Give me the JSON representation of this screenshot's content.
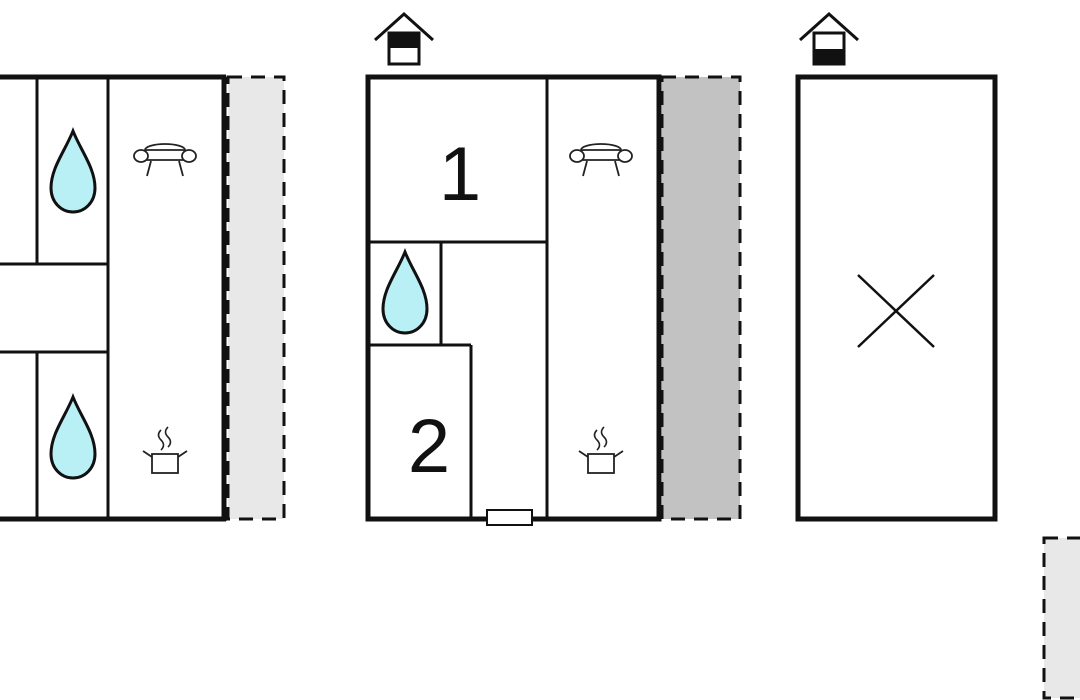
{
  "colors": {
    "wall": "#111111",
    "water": "#b8f0f6",
    "terrace_light": "#e8e8e8",
    "terrace_dark": "#c2c2c2",
    "background": "#ffffff"
  },
  "plan_left": {
    "icons": [
      "water-drop-icon",
      "water-drop-icon",
      "sofa-icon",
      "cooking-pot-icon"
    ],
    "terrace": "terrace-light"
  },
  "plan_middle": {
    "floor_icon": "house-level-top-icon",
    "rooms": [
      {
        "number": "1"
      },
      {
        "number": "2"
      }
    ],
    "icons": [
      "water-drop-icon",
      "sofa-icon",
      "cooking-pot-icon",
      "door-icon"
    ],
    "terrace": "terrace-dark"
  },
  "plan_right": {
    "floor_icon": "house-level-bottom-icon",
    "icons": [
      "void-cross-icon"
    ]
  },
  "plan_corner": {
    "terrace": "terrace-light"
  }
}
